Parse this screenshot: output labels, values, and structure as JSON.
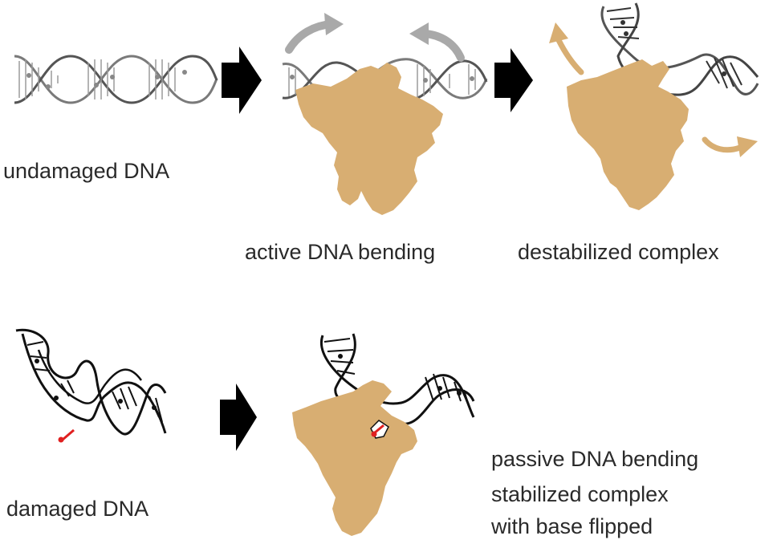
{
  "labels": {
    "undamaged_dna": "undamaged DNA",
    "active_bending": "active DNA bending",
    "destabilized_complex": "destabilized complex",
    "damaged_dna": "damaged DNA",
    "passive_bending": "passive DNA bending",
    "stabilized_line1": "stabilized complex",
    "stabilized_line2": "with base flipped"
  },
  "colors": {
    "protein": "#d8ae72",
    "dna_top": "#777777",
    "dna_bottom": "#111111",
    "gray_arrow": "#a9a9a9",
    "orange_arrow": "#d8ae72",
    "flow_arrow": "#000000",
    "damage": "#e02020"
  }
}
